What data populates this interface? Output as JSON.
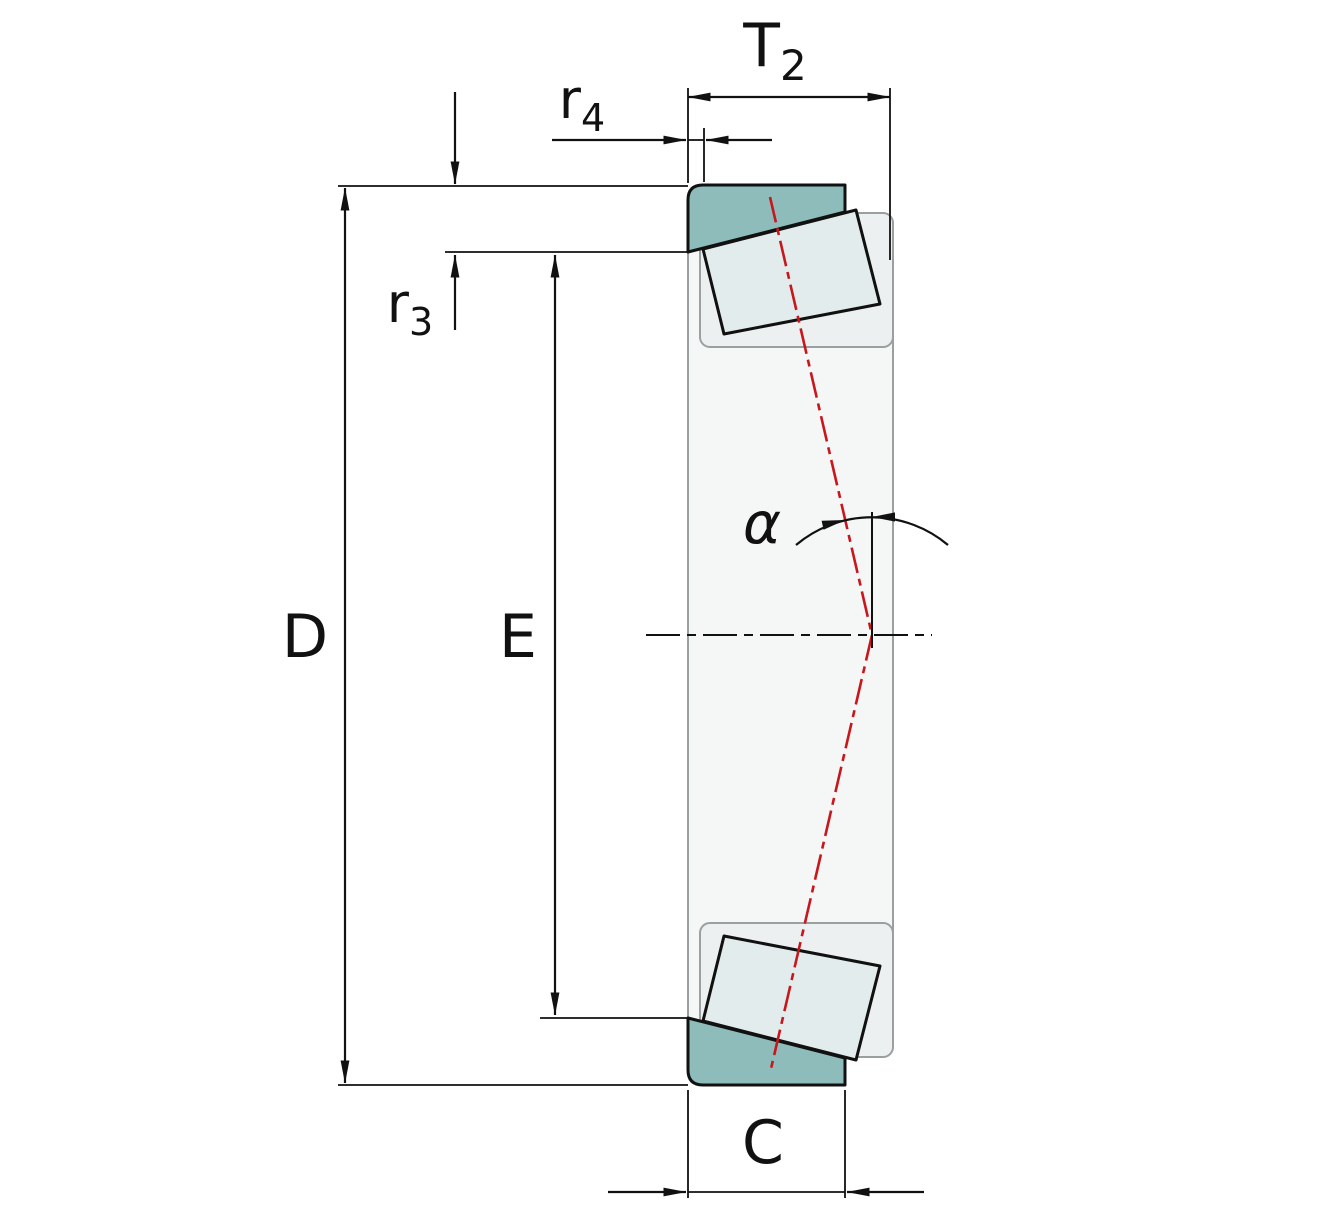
{
  "diagram": {
    "kind": "tapered-roller-bearing-cross-section-dimension-drawing",
    "labels": {
      "T2": {
        "base": "T",
        "sub": "2"
      },
      "r4": {
        "base": "r",
        "sub": "4"
      },
      "r3": {
        "base": "r",
        "sub": "3"
      },
      "D": {
        "base": "D"
      },
      "E": {
        "base": "E"
      },
      "C": {
        "base": "C"
      },
      "alpha": {
        "base": "α"
      }
    },
    "colors": {
      "outline": "#111111",
      "ring_section_fill": "#8dbcba",
      "roller_fill": "#e3ecec",
      "envelope_fill": "#f5f6f6",
      "envelope_stroke": "#9a9fa0",
      "cage_fill": "#edf0f0",
      "pressure_line_red": "#c8161d",
      "background": "#ffffff"
    }
  }
}
